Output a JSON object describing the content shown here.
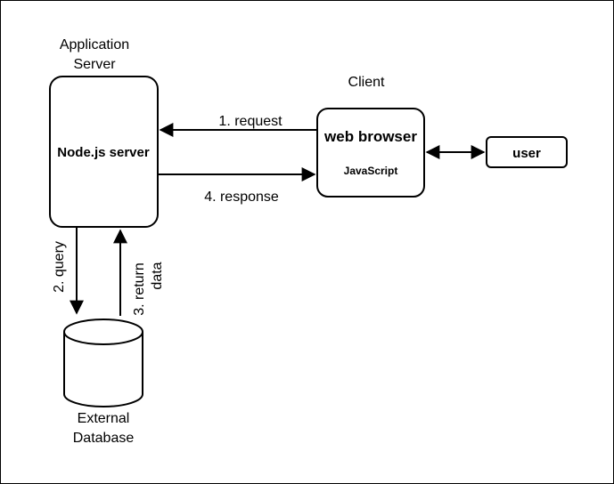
{
  "app_server": {
    "caption_line1": "Application",
    "caption_line2": "Server",
    "box_label": "Node.js server"
  },
  "client": {
    "caption": "Client",
    "box_title": "web browser",
    "box_subtitle": "JavaScript"
  },
  "user": {
    "label": "user"
  },
  "database": {
    "caption_line1": "External",
    "caption_line2": "Database"
  },
  "edges": {
    "request": "1.  request",
    "response": "4. response",
    "query": "2. query",
    "return_line1": "3. return",
    "return_line2": "data"
  },
  "colors": {
    "stroke": "#000000",
    "fill": "#ffffff"
  }
}
